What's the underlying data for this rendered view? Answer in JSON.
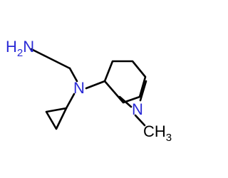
{
  "molecule": {
    "atoms": {
      "amine": {
        "main": "H",
        "sub": "2",
        "tail": "N"
      },
      "center_n": {
        "label": "N"
      },
      "ring_n": {
        "label": "N"
      },
      "methyl": {
        "main": "CH",
        "sub": "3"
      }
    },
    "colors": {
      "nitrogen": "#2a2ad6",
      "carbon_bond": "#000000",
      "background": "#ffffff"
    }
  }
}
